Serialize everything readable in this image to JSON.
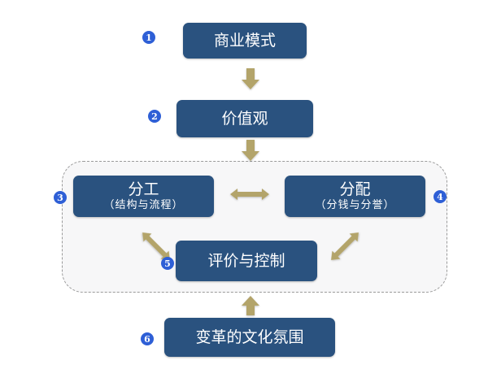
{
  "diagram": {
    "nodes": [
      {
        "id": "business-model",
        "number": "1",
        "title": "商业模式"
      },
      {
        "id": "values",
        "number": "2",
        "title": "价值观"
      },
      {
        "id": "division-of-labor",
        "number": "3",
        "title": "分工",
        "subtitle": "（结构与流程）"
      },
      {
        "id": "distribution",
        "number": "4",
        "title": "分配",
        "subtitle": "（分钱与分誉）"
      },
      {
        "id": "evaluation-control",
        "number": "5",
        "title": "评价与控制"
      },
      {
        "id": "cultural-atmosphere",
        "number": "6",
        "title": "变革的文化氛围"
      }
    ],
    "edges": [
      {
        "from": "business-model",
        "to": "values",
        "type": "one-way"
      },
      {
        "from": "values",
        "to": "inner-group",
        "type": "one-way"
      },
      {
        "from": "division-of-labor",
        "to": "distribution",
        "type": "two-way"
      },
      {
        "from": "division-of-labor",
        "to": "evaluation-control",
        "type": "two-way"
      },
      {
        "from": "distribution",
        "to": "evaluation-control",
        "type": "two-way"
      },
      {
        "from": "cultural-atmosphere",
        "to": "inner-group",
        "type": "one-way"
      }
    ],
    "colors": {
      "node_fill": "#2a527f",
      "arrow": "#b3a46a",
      "badge": "#2e5fd6",
      "group_border": "#9a9a9a"
    }
  }
}
